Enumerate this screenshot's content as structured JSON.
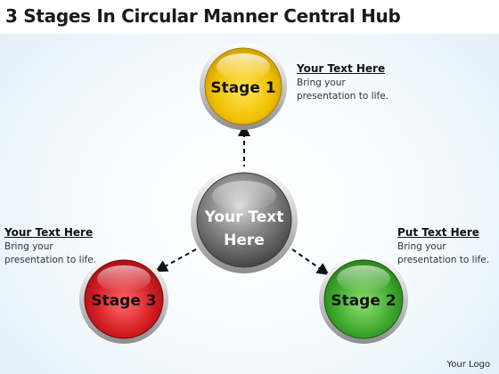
{
  "title": "3 Stages In Circular Manner Central Hub",
  "hub": {
    "line1": "Your Text",
    "line2": "Here"
  },
  "stages": [
    {
      "label": "Stage 1",
      "color": "#e8b800"
    },
    {
      "label": "Stage 2",
      "color": "#3a9a2a"
    },
    {
      "label": "Stage 3",
      "color": "#c8161c"
    }
  ],
  "text_blocks": {
    "top_right": {
      "heading": "Your Text Here",
      "line1": "Bring your",
      "line2": "presentation to life."
    },
    "bottom_right": {
      "heading": "Put Text Here",
      "line1": "Bring your",
      "line2": "presentation to life."
    },
    "bottom_left": {
      "heading": "Your Text Here",
      "line1": "Bring your",
      "line2": "presentation to life."
    }
  },
  "footer": {
    "logo": "Your Logo"
  },
  "colors": {
    "hub": "#7a7a7a",
    "ring": "#d8d8d8",
    "arrow": "#111111"
  }
}
